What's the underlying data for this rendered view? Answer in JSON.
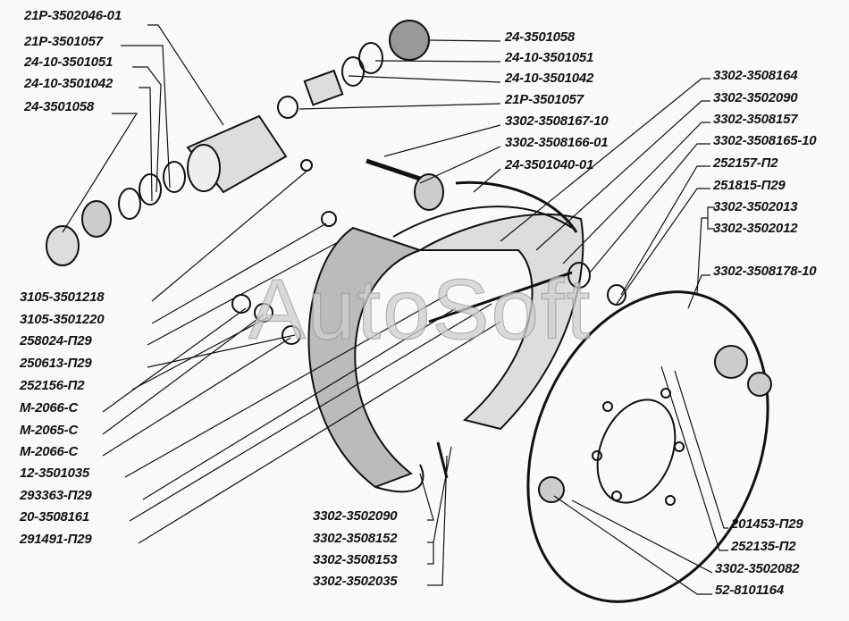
{
  "diagram": {
    "watermark": "AutoSoft",
    "groups": {
      "top_left": [
        "21P-3502046-01",
        "21P-3501057",
        "24-10-3501051",
        "24-10-3501042",
        "24-3501058"
      ],
      "top_center": [
        "24-3501058",
        "24-10-3501051",
        "24-10-3501042",
        "21P-3501057",
        "3302-3508167-10",
        "3302-3508166-01",
        "24-3501040-01"
      ],
      "right": [
        "3302-3508164",
        "3302-3502090",
        "3302-3508157",
        "3302-3508165-10",
        "252157-П2",
        "251815-П29",
        "3302-3502013",
        "3302-3502012",
        "3302-3508178-10"
      ],
      "left_lower": [
        "3105-3501218",
        "3105-3501220",
        "258024-П29",
        "250613-П29",
        "252156-П2",
        "М-2066-С",
        "М-2065-С",
        "М-2066-С",
        "12-3501035",
        "293363-П29",
        "20-3508161",
        "291491-П29"
      ],
      "bottom_center": [
        "3302-3502090",
        "3302-3508152",
        "3302-3508153",
        "3302-3502035"
      ],
      "bottom_right": [
        "201453-П29",
        "252135-П2",
        "3302-3502082",
        "52-8101164"
      ]
    }
  }
}
